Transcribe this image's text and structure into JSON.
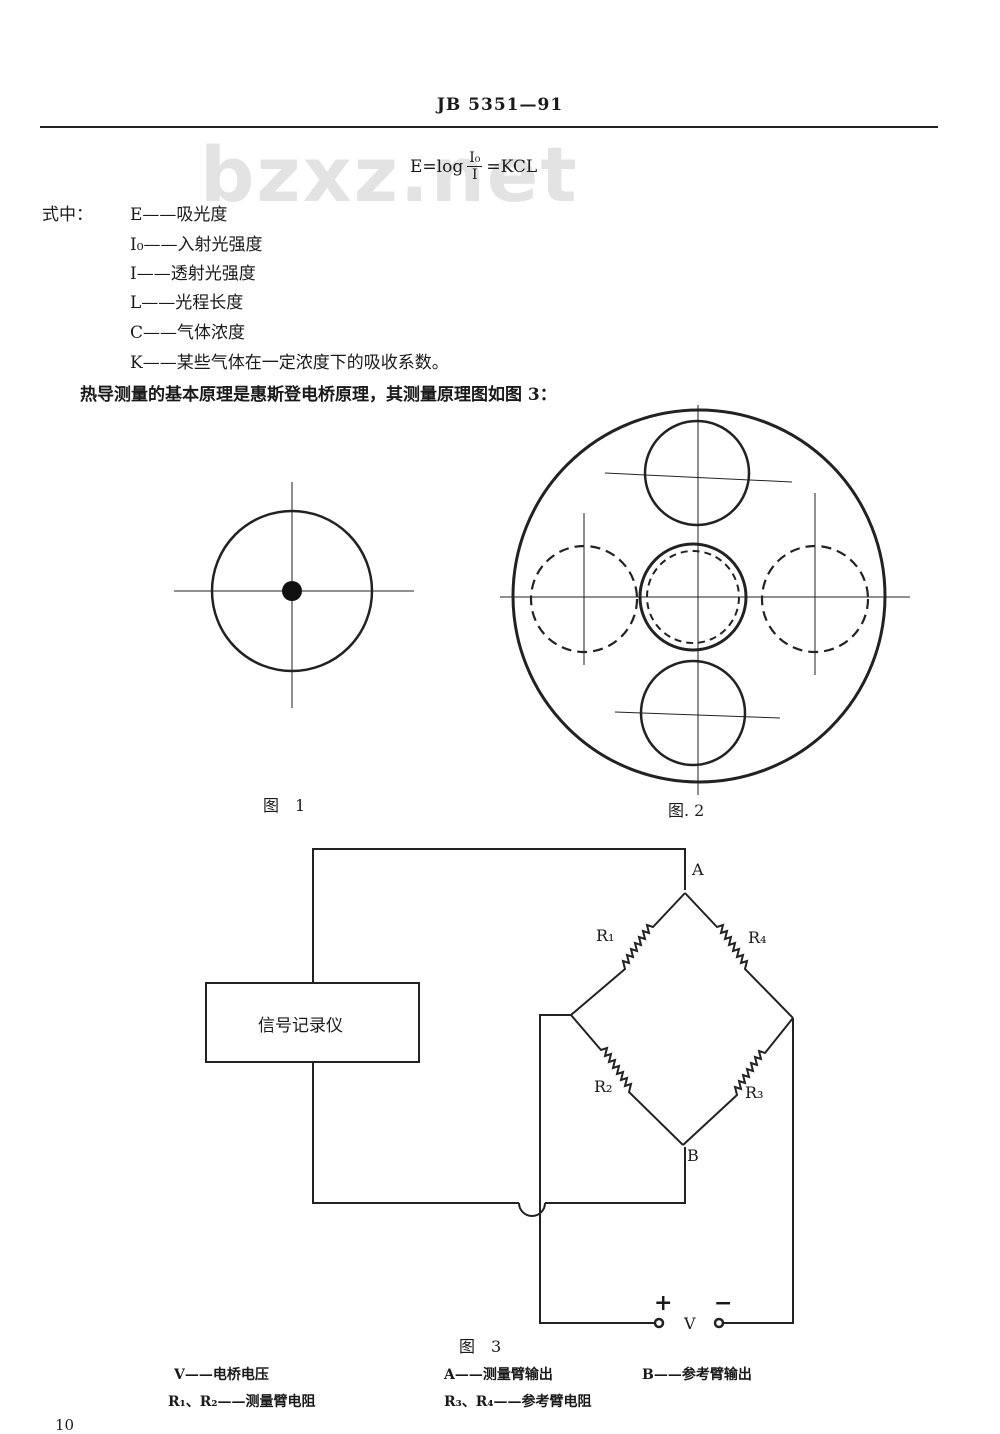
{
  "header": {
    "standard": "JB  5351—91",
    "watermark": "bzxz.net"
  },
  "formula": {
    "lhs": "E=log",
    "numerator": "I₀",
    "denominator": "I",
    "rhs": "=KCL"
  },
  "definitions": {
    "prefix": "式中：",
    "items": [
      "E——吸光度",
      "I₀——入射光强度",
      "I——透射光强度",
      "L——光程长度",
      "C——气体浓度",
      "K——某些气体在一定浓度下的吸收系数。"
    ]
  },
  "paragraph": "热导测量的基本原理是惠斯登电桥原理，其测量原理图如图 3：",
  "figures": {
    "fig1_caption": "图　1",
    "fig2_caption": "图. 2",
    "fig3_caption": "图　3"
  },
  "circuit": {
    "recorder": "信号记录仪",
    "node_a": "A",
    "node_b": "B",
    "r1": "R₁",
    "r2": "R₂",
    "r3": "R₃",
    "r4": "R₄",
    "plus": "+",
    "minus": "−",
    "v": "V"
  },
  "legend": {
    "v": "V——电桥电压",
    "a": "A——测量臂输出",
    "b": "B——参考臂输出",
    "r12": "R₁、R₂——测量臂电阻",
    "r34": "R₃、R₄——参考臂电阻"
  },
  "page_number": "10"
}
